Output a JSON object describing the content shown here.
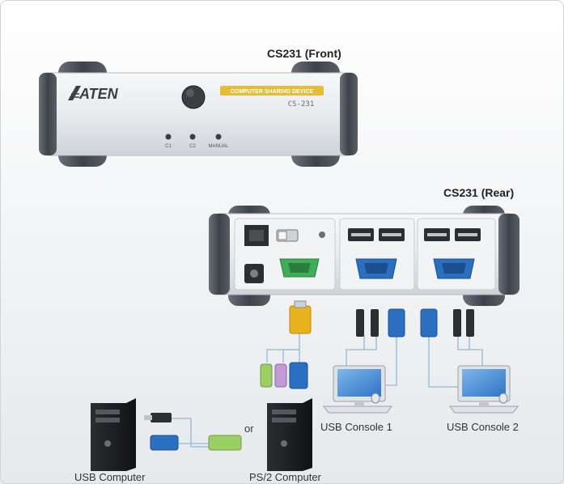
{
  "front": {
    "title": "CS231 (Front)",
    "brand": "ATEN",
    "banner": "COMPUTER SHARING DEVICE",
    "model": "CS-231",
    "led_labels": [
      "C1",
      "C2",
      "MANUAL"
    ]
  },
  "rear": {
    "title": "CS231 (Rear)"
  },
  "captions": {
    "console1": "USB Console 1",
    "console2": "USB Console 2",
    "usb_computer": "USB Computer",
    "ps2_computer": "PS/2 Computer",
    "or": "or"
  },
  "colors": {
    "background": "#eef0f2",
    "panel_silver": "#e9ebee",
    "end_cap": "#555a61",
    "vga_blue": "#2a6fc2",
    "vga_green": "#3fae56",
    "vga_yellow": "#e8b21e",
    "ps2_purple": "#c29bd6",
    "ps2_green": "#9ccf63"
  }
}
